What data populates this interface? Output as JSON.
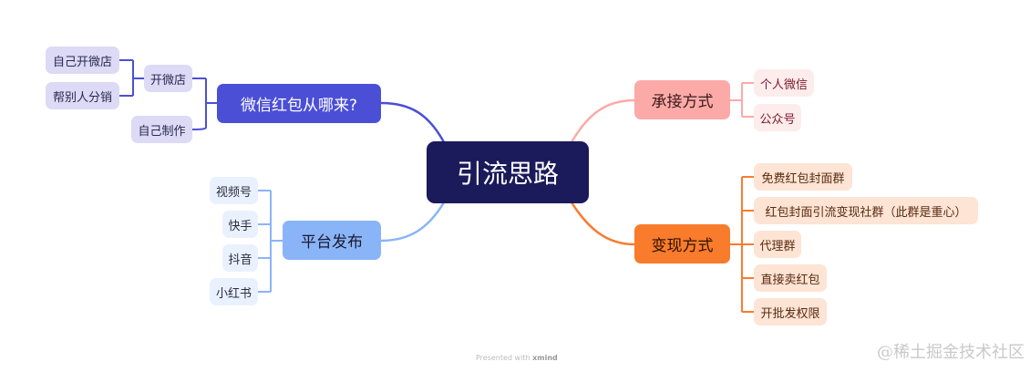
{
  "root": "引流思路",
  "branches": [
    {
      "label": "微信红包从哪来?",
      "color": "#4b4fd6",
      "children": [
        {
          "label": "开微店",
          "children": [
            "自己开微店",
            "帮别人分销"
          ]
        },
        {
          "label": "自己制作"
        }
      ]
    },
    {
      "label": "平台发布",
      "color": "#8ab4f8",
      "children": [
        "视频号",
        "快手",
        "抖音",
        "小红书"
      ]
    },
    {
      "label": "承接方式",
      "color": "#fcaaa8",
      "children": [
        "个人微信",
        "公众号"
      ]
    },
    {
      "label": "变现方式",
      "color": "#f97b2c",
      "children": [
        "免费红包封面群",
        "红包封面引流变现社群（此群是重心）",
        "代理群",
        "直接卖红包",
        "开批发权限"
      ]
    }
  ],
  "footer": {
    "prefix": "Presented with",
    "brand": "xmind"
  },
  "watermark": "@稀土掘金技术社区"
}
